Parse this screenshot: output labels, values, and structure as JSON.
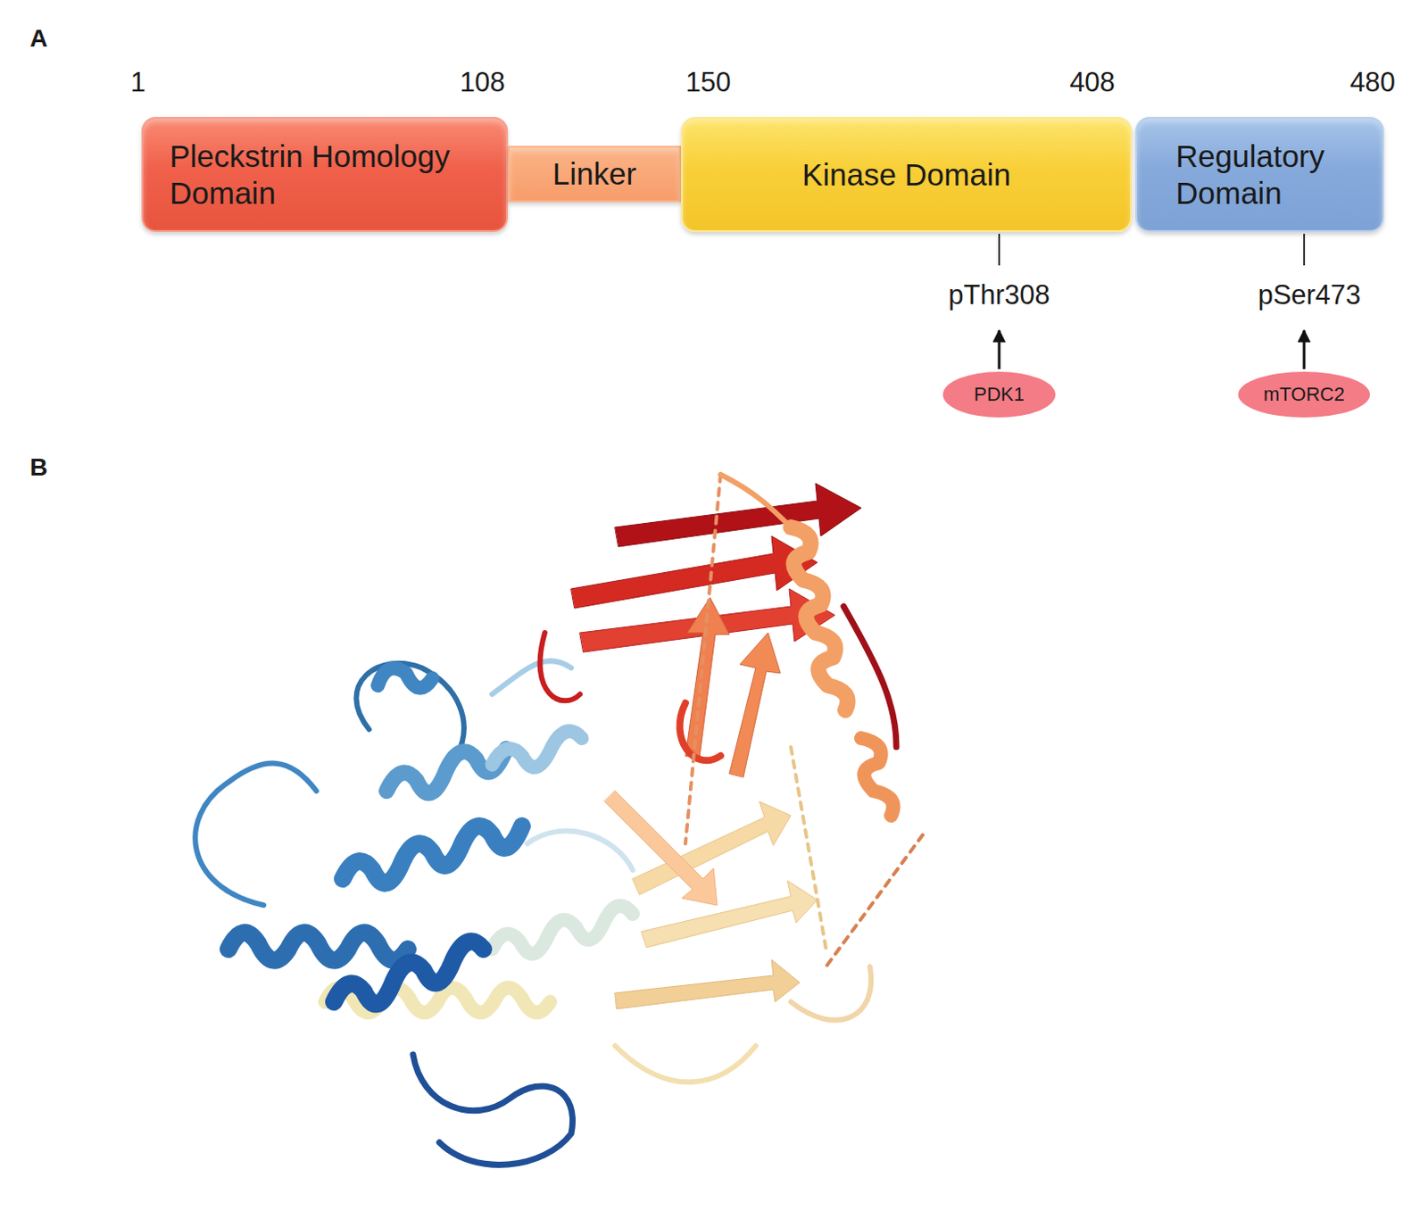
{
  "diagram": {
    "nodes": [
      {
        "text": [
          "Pleckstrin Homology Domain"
        ]
      },
      {
        "text": [
          "Linker"
        ]
      },
      {
        "text": [
          "Kinase Domain"
        ]
      },
      {
        "text": [
          "Regulatory Domain"
        ]
      },
      {
        "text": [
          "PDK1"
        ]
      },
      {
        "text": [
          "mTORC2"
        ]
      }
    ],
    "labels": [
      "A",
      "1",
      "108",
      "150",
      "408",
      "480",
      "pThr308",
      "pSer473",
      "B"
    ]
  }
}
